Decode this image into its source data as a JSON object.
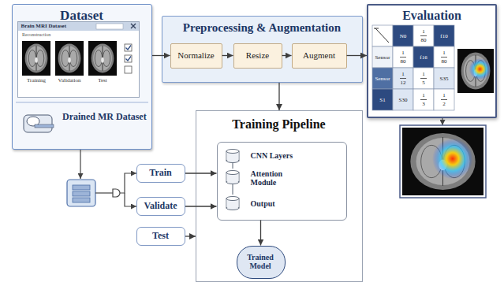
{
  "diagram": {
    "nodes": [
      {
        "text": [
          "Dataset",
          "Drained MR Dataset"
        ]
      },
      {
        "text": [
          "Brain MRI Dataset"
        ],
        "in": 0
      },
      {
        "text": [
          "Preprocessing & Augmentation"
        ]
      },
      {
        "text": [
          "Normalize"
        ],
        "in": 2
      },
      {
        "text": [
          "Resize"
        ],
        "in": 2
      },
      {
        "text": [
          "Augment"
        ],
        "in": 2
      },
      {
        "text": [
          "Evaluation"
        ]
      },
      {
        "text": [
          "Training Pipeline"
        ]
      },
      {
        "text": [
          "CNN Layers",
          "Attention Module",
          "Output"
        ],
        "in": 7
      },
      {
        "text": [
          "Trained Model"
        ],
        "in": 7
      },
      {
        "text": [
          "Train"
        ]
      },
      {
        "text": [
          "Validate"
        ]
      },
      {
        "text": [
          "Test"
        ]
      }
    ],
    "edges": [
      {
        "from": 0,
        "to": 3,
        "arrow": "to"
      },
      {
        "from": 3,
        "to": 4,
        "arrow": "to"
      },
      {
        "from": 4,
        "to": 5,
        "arrow": "to"
      },
      {
        "from": 5,
        "to": 6,
        "arrow": "to"
      },
      {
        "from": 2,
        "to": 7,
        "arrow": "to"
      },
      {
        "from": 10,
        "to": 8,
        "arrow": "to"
      },
      {
        "from": 11,
        "to": 8,
        "arrow": "to"
      },
      {
        "from": 12,
        "to": 7,
        "arrow": "to"
      },
      {
        "from": 8,
        "to": 9,
        "arrow": "to"
      }
    ],
    "labels": [
      "Reconstruction",
      "Training",
      "Validation",
      "Test",
      "N0",
      "1 80",
      "f10",
      "Sensor",
      "1 80",
      "f16",
      "1 80",
      "Sensor",
      "1 12",
      "1 5",
      "S35",
      "S1",
      "S30",
      "1 3",
      "1 2"
    ]
  }
}
